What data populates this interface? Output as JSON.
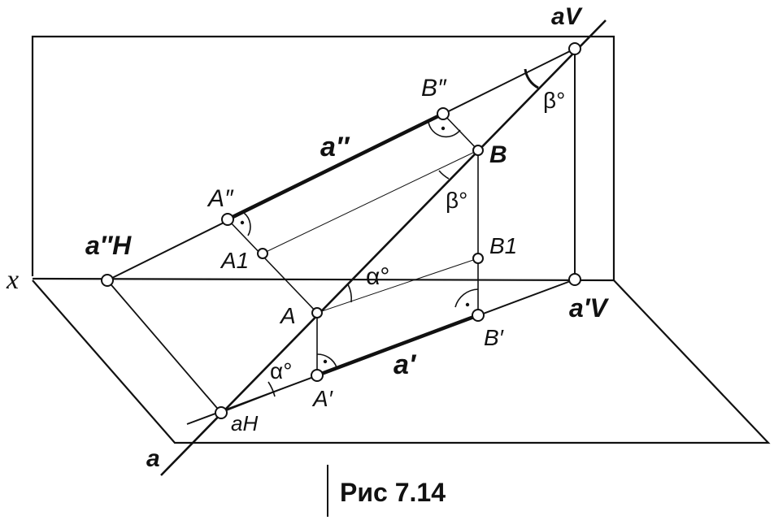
{
  "figure": {
    "caption": "Рис 7.14",
    "labels": {
      "a_V": "aV",
      "B_dd": "B″",
      "beta_top": "β°",
      "a_dd": "a″",
      "B": "B",
      "A_dd": "A″",
      "beta_mid": "β°",
      "a_H_dd": "a″H",
      "B1": "B1",
      "A1": "A1",
      "x": "x",
      "alpha_mid": "α°",
      "A": "A",
      "a_V_d": "a′V",
      "B_d": "B′",
      "alpha_low": "α°",
      "a_d": "a′",
      "A_d": "A′",
      "a_H": "aH",
      "a": "a"
    }
  }
}
